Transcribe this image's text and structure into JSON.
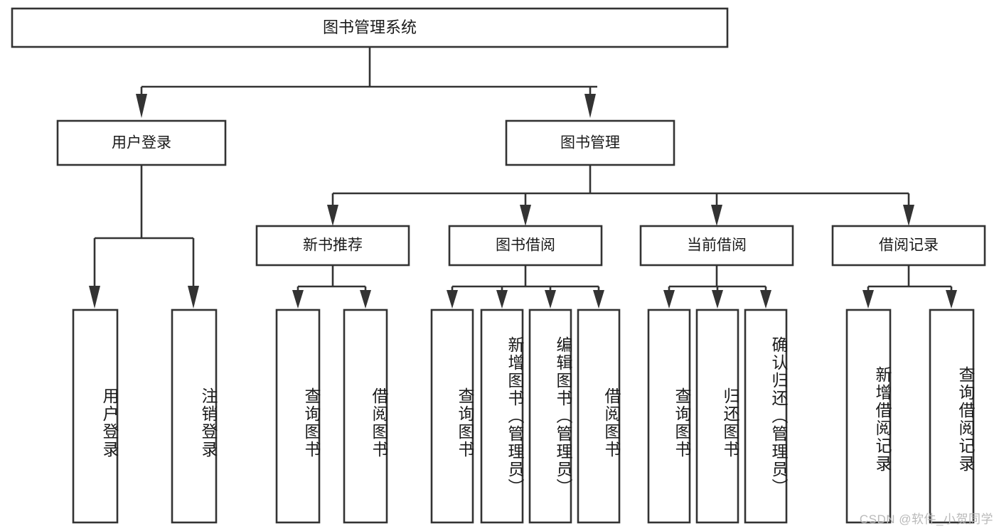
{
  "diagram": {
    "title": "图书管理系统",
    "type": "hierarchy-tree",
    "levels": 4,
    "root": {
      "label": "图书管理系统",
      "id": "root-book-management-system"
    },
    "level2": [
      {
        "id": "user-login",
        "label": "用户登录"
      },
      {
        "id": "book-management",
        "label": "图书管理"
      }
    ],
    "level3": [
      {
        "id": "new-book-recommend",
        "label": "新书推荐",
        "parent": "book-management"
      },
      {
        "id": "book-borrow",
        "label": "图书借阅",
        "parent": "book-management"
      },
      {
        "id": "current-borrow",
        "label": "当前借阅",
        "parent": "book-management"
      },
      {
        "id": "borrow-record",
        "label": "借阅记录",
        "parent": "book-management"
      }
    ],
    "leaves": {
      "user-login": [
        {
          "id": "leaf-user-login",
          "label": "用户登录"
        },
        {
          "id": "leaf-logout-login",
          "label": "注销登录"
        }
      ],
      "new-book-recommend": [
        {
          "id": "leaf-query-book-1",
          "label": "查询图书"
        },
        {
          "id": "leaf-borrow-book-1",
          "label": "借阅图书"
        }
      ],
      "book-borrow": [
        {
          "id": "leaf-query-book-2",
          "label": "查询图书"
        },
        {
          "id": "leaf-add-book-admin",
          "label": "新增图书（管理员）"
        },
        {
          "id": "leaf-edit-book-admin",
          "label": "编辑图书（管理员）"
        },
        {
          "id": "leaf-borrow-book-2",
          "label": "借阅图书"
        }
      ],
      "current-borrow": [
        {
          "id": "leaf-query-book-3",
          "label": "查询图书"
        },
        {
          "id": "leaf-return-book",
          "label": "归还图书"
        },
        {
          "id": "leaf-confirm-return-admin",
          "label": "确认归还（管理员）"
        }
      ],
      "borrow-record": [
        {
          "id": "leaf-add-borrow-record",
          "label": "新增借阅记录"
        },
        {
          "id": "leaf-query-borrow-record",
          "label": "查询借阅记录"
        }
      ]
    }
  },
  "watermark": {
    "text": "CSDN @软件_小贺同学"
  },
  "colors": {
    "background": "#ffffff",
    "box_stroke": "#333333",
    "connector": "#333333",
    "text": "#1a1a1a",
    "watermark": "#b9b9b9"
  }
}
